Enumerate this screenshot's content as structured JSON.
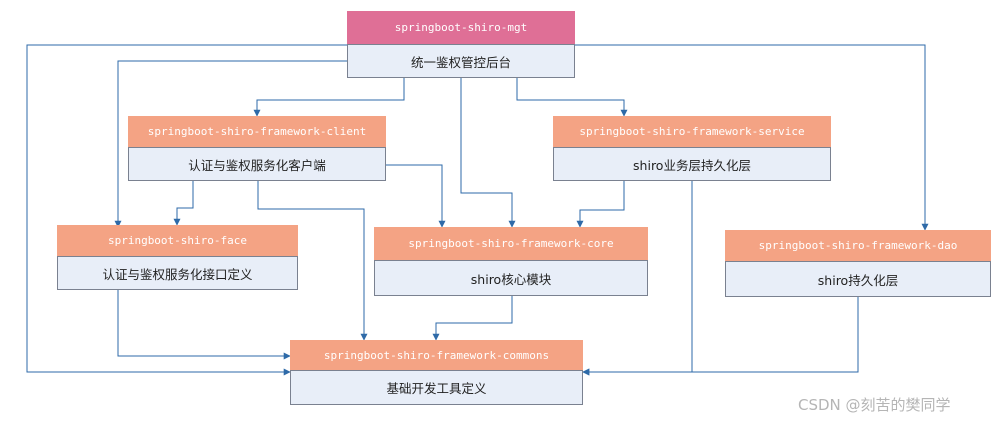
{
  "nodes": {
    "mgt": {
      "title": "springboot-shiro-mgt",
      "desc": "统一鉴权管控后台"
    },
    "client": {
      "title": "springboot-shiro-framework-client",
      "desc": "认证与鉴权服务化客户端"
    },
    "service": {
      "title": "springboot-shiro-framework-service",
      "desc": "shiro业务层持久化层"
    },
    "face": {
      "title": "springboot-shiro-face",
      "desc": "认证与鉴权服务化接口定义"
    },
    "core": {
      "title": "springboot-shiro-framework-core",
      "desc": "shiro核心模块"
    },
    "dao": {
      "title": "springboot-shiro-framework-dao",
      "desc": "shiro持久化层"
    },
    "commons": {
      "title": "springboot-shiro-framework-commons",
      "desc": "基础开发工具定义"
    }
  },
  "edges": [
    [
      "mgt",
      "client"
    ],
    [
      "mgt",
      "service"
    ],
    [
      "mgt",
      "face"
    ],
    [
      "mgt",
      "core"
    ],
    [
      "mgt",
      "dao"
    ],
    [
      "mgt",
      "commons"
    ],
    [
      "client",
      "face"
    ],
    [
      "client",
      "core"
    ],
    [
      "client",
      "commons"
    ],
    [
      "service",
      "core"
    ],
    [
      "service",
      "commons"
    ],
    [
      "face",
      "commons"
    ],
    [
      "core",
      "commons"
    ],
    [
      "dao",
      "commons"
    ]
  ],
  "colors": {
    "header_root": "#df6f96",
    "header": "#f4a384",
    "body": "#e8eef8",
    "connector": "#2e6aa8"
  },
  "watermark": "CSDN @刻苦的樊同学"
}
